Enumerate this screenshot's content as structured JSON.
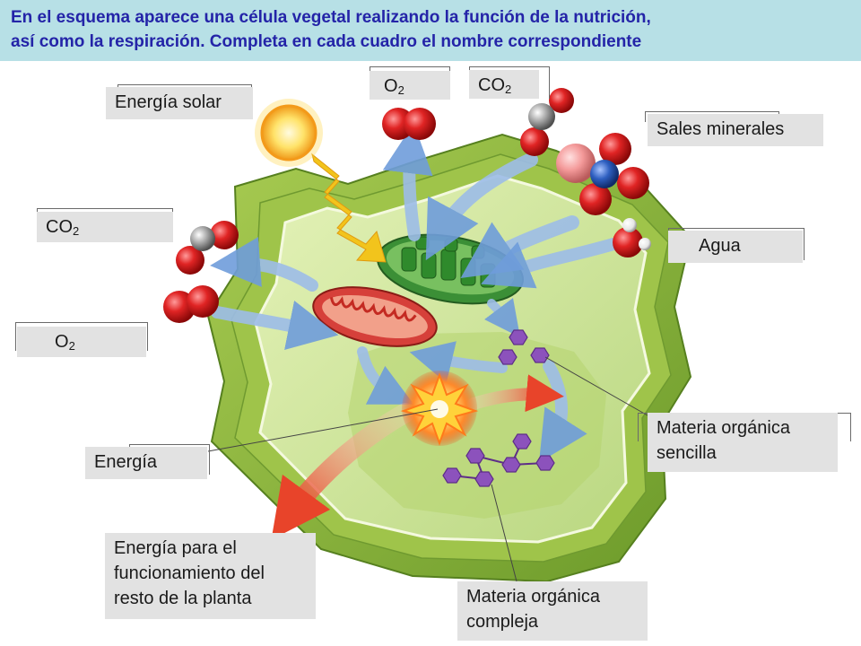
{
  "instruction": {
    "line1": "En el esquema aparece una célula vegetal realizando la función de la nutrición,",
    "line2": "así como la respiración. Completa en cada cuadro el nombre correspondiente"
  },
  "labels": {
    "solar_energy": "Energía solar",
    "o2_top": {
      "main": "O",
      "sub": "2"
    },
    "co2_top": {
      "main": "CO",
      "sub": "2"
    },
    "mineral_salts": "Sales minerales",
    "water": "Agua",
    "co2_left": {
      "main": "CO",
      "sub": "2"
    },
    "o2_left": {
      "main": "O",
      "sub": "2"
    },
    "simple_organic": "Materia orgánica sencilla",
    "energy": "Energía",
    "energy_rest": "Energía para el funcionamiento del resto de la planta",
    "complex_organic": "Materia orgánica compleja"
  },
  "colors": {
    "header_bg": "#b7e0e6",
    "header_text": "#2424a8",
    "label_bg": "#e2e2e2",
    "cell_wall": "#8fb83a",
    "cytoplasm": "#cfe59a",
    "vacuole": "#b8d874",
    "oxygen_atom": "#d42020",
    "carbon_atom": "#9a9a9a",
    "nitrogen_atom": "#2856b0",
    "organic_molecule": "#8a4fb8",
    "mitochondrion": "#d8453c",
    "chloroplast": "#3f9a3a",
    "intake_arrow": "#8fb6e6",
    "energy_arrow": "#ec5a3a"
  },
  "icons": [
    "sun-icon",
    "oxygen-molecule-icon",
    "co2-molecule-icon",
    "mineral-salt-molecule-icon",
    "water-molecule-icon",
    "chloroplast-icon",
    "mitochondrion-icon",
    "energy-burst-icon",
    "organic-molecule-icon"
  ]
}
